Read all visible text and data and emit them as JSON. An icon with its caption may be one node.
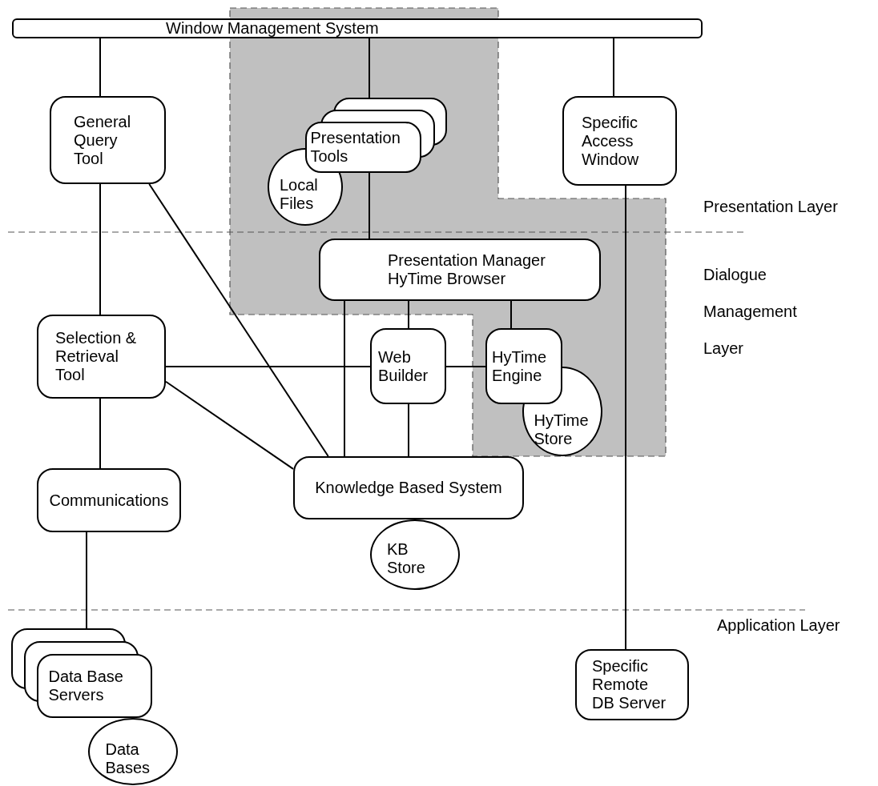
{
  "diagram": {
    "nodes": [
      {
        "text": [
          "Window Management System"
        ]
      },
      {
        "text": [
          "General Query Tool"
        ]
      },
      {
        "text": [
          "Presentation Tools"
        ]
      },
      {
        "text": [
          "Local Files"
        ]
      },
      {
        "text": [
          "Specific Access Window"
        ]
      },
      {
        "text": [
          "Presentation Manager HyTime Browser"
        ]
      },
      {
        "text": [
          "Selection & Retrieval Tool"
        ]
      },
      {
        "text": [
          "Web Builder"
        ]
      },
      {
        "text": [
          "HyTime Engine"
        ]
      },
      {
        "text": [
          "HyTime Store"
        ]
      },
      {
        "text": [
          "Communications"
        ]
      },
      {
        "text": [
          "Knowledge Based System"
        ]
      },
      {
        "text": [
          "KB Store"
        ]
      },
      {
        "text": [
          "Data Base Servers"
        ]
      },
      {
        "text": [
          "Data Bases"
        ]
      },
      {
        "text": [
          "Specific Remote DB Server"
        ]
      }
    ],
    "edges": [
      {
        "from": 0,
        "to": 1,
        "arrow": "none"
      },
      {
        "from": 0,
        "to": 2,
        "arrow": "none"
      },
      {
        "from": 0,
        "to": 4,
        "arrow": "none"
      },
      {
        "from": 1,
        "to": 6,
        "arrow": "none"
      },
      {
        "from": 1,
        "to": 11,
        "arrow": "none"
      },
      {
        "from": 2,
        "to": 5,
        "arrow": "none"
      },
      {
        "from": 4,
        "to": 15,
        "arrow": "none"
      },
      {
        "from": 5,
        "to": 11,
        "arrow": "none"
      },
      {
        "from": 5,
        "to": 7,
        "arrow": "none"
      },
      {
        "from": 5,
        "to": 8,
        "arrow": "none"
      },
      {
        "from": 6,
        "to": 7,
        "arrow": "none"
      },
      {
        "from": 7,
        "to": 8,
        "arrow": "none"
      },
      {
        "from": 6,
        "to": 11,
        "arrow": "none"
      },
      {
        "from": 7,
        "to": 11,
        "arrow": "none"
      },
      {
        "from": 6,
        "to": 10,
        "arrow": "none"
      },
      {
        "from": 10,
        "to": 13,
        "arrow": "none"
      }
    ],
    "labels": [
      "Presentation Layer",
      "Dialogue Management Layer",
      "Application Layer"
    ]
  }
}
